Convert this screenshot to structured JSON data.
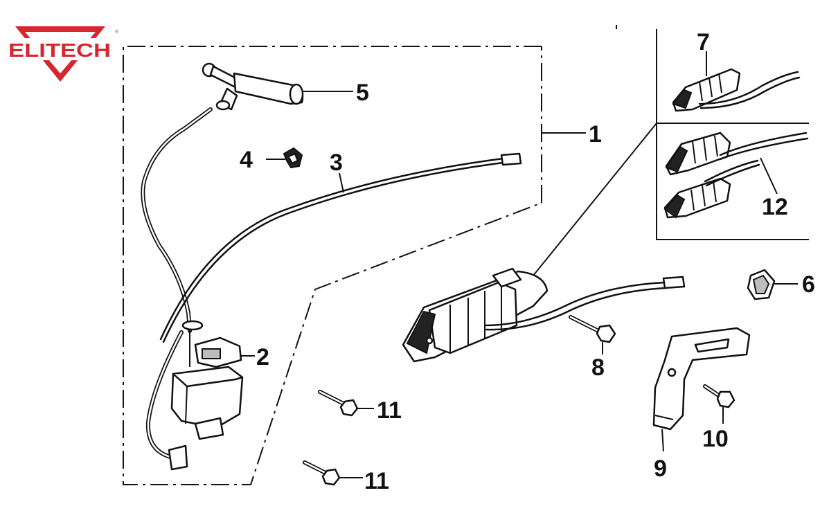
{
  "brand": {
    "name": "ELITECH",
    "mark": "®",
    "color": "#d8262f"
  },
  "callouts": [
    {
      "id": "part-1",
      "text": "1"
    },
    {
      "id": "part-2",
      "text": "2"
    },
    {
      "id": "part-3",
      "text": "3"
    },
    {
      "id": "part-4",
      "text": "4"
    },
    {
      "id": "part-5",
      "text": "5"
    },
    {
      "id": "part-6",
      "text": "6"
    },
    {
      "id": "part-7",
      "text": "7"
    },
    {
      "id": "part-8",
      "text": "8"
    },
    {
      "id": "part-9",
      "text": "9"
    },
    {
      "id": "part-10",
      "text": "10"
    },
    {
      "id": "part-11a",
      "text": "11"
    },
    {
      "id": "part-11b",
      "text": "11"
    },
    {
      "id": "part-12",
      "text": "12"
    }
  ]
}
